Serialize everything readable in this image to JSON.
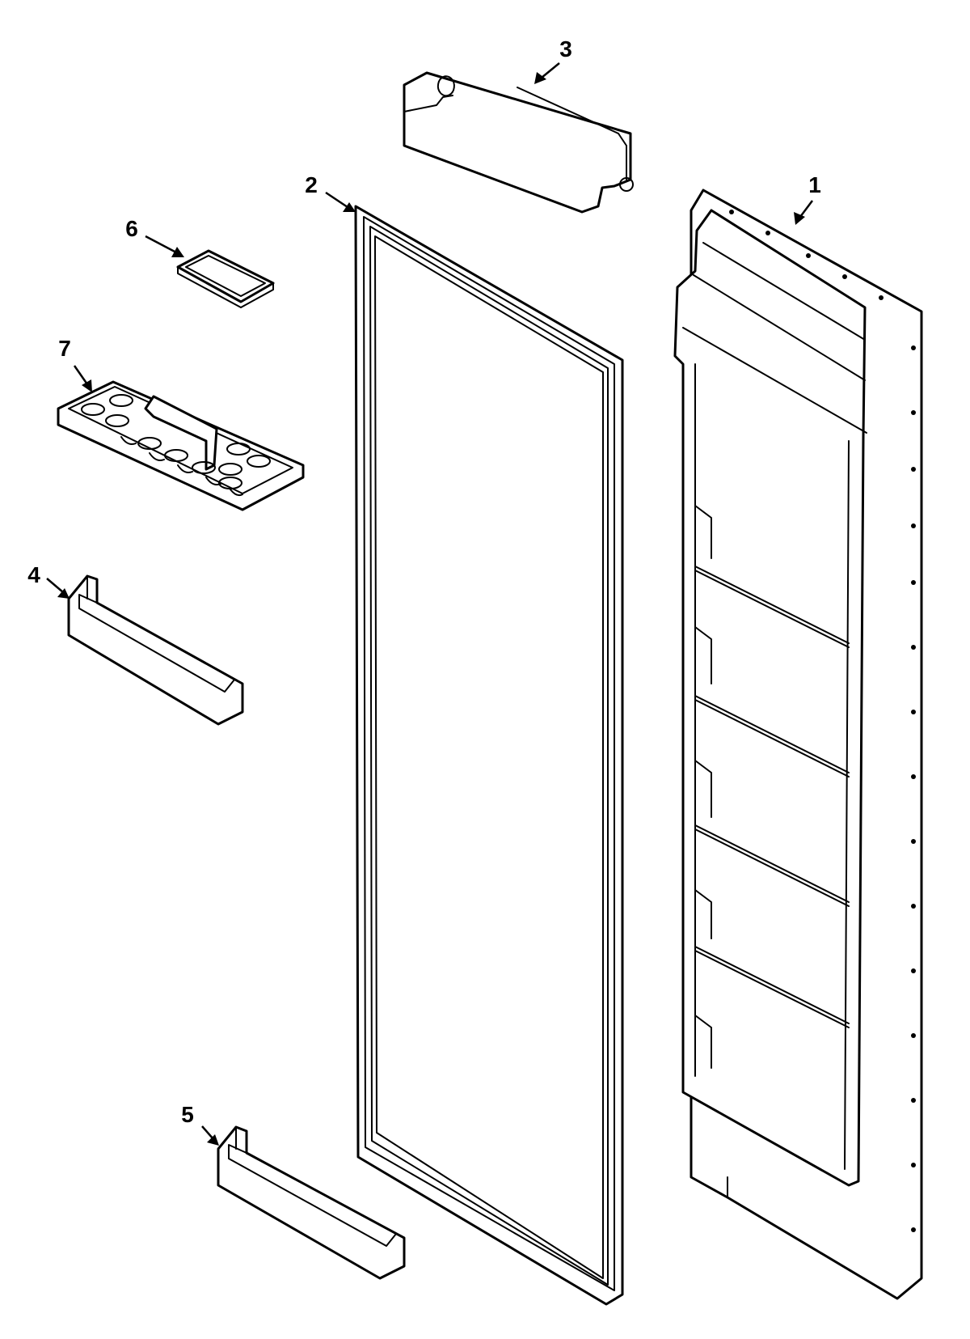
{
  "diagram": {
    "type": "exploded-parts-view",
    "line_color": "#000000",
    "background_color": "#ffffff",
    "callouts": [
      {
        "id": "1",
        "label": "1"
      },
      {
        "id": "2",
        "label": "2"
      },
      {
        "id": "3",
        "label": "3"
      },
      {
        "id": "4",
        "label": "4"
      },
      {
        "id": "5",
        "label": "5"
      },
      {
        "id": "6",
        "label": "6"
      },
      {
        "id": "7",
        "label": "7"
      }
    ]
  }
}
